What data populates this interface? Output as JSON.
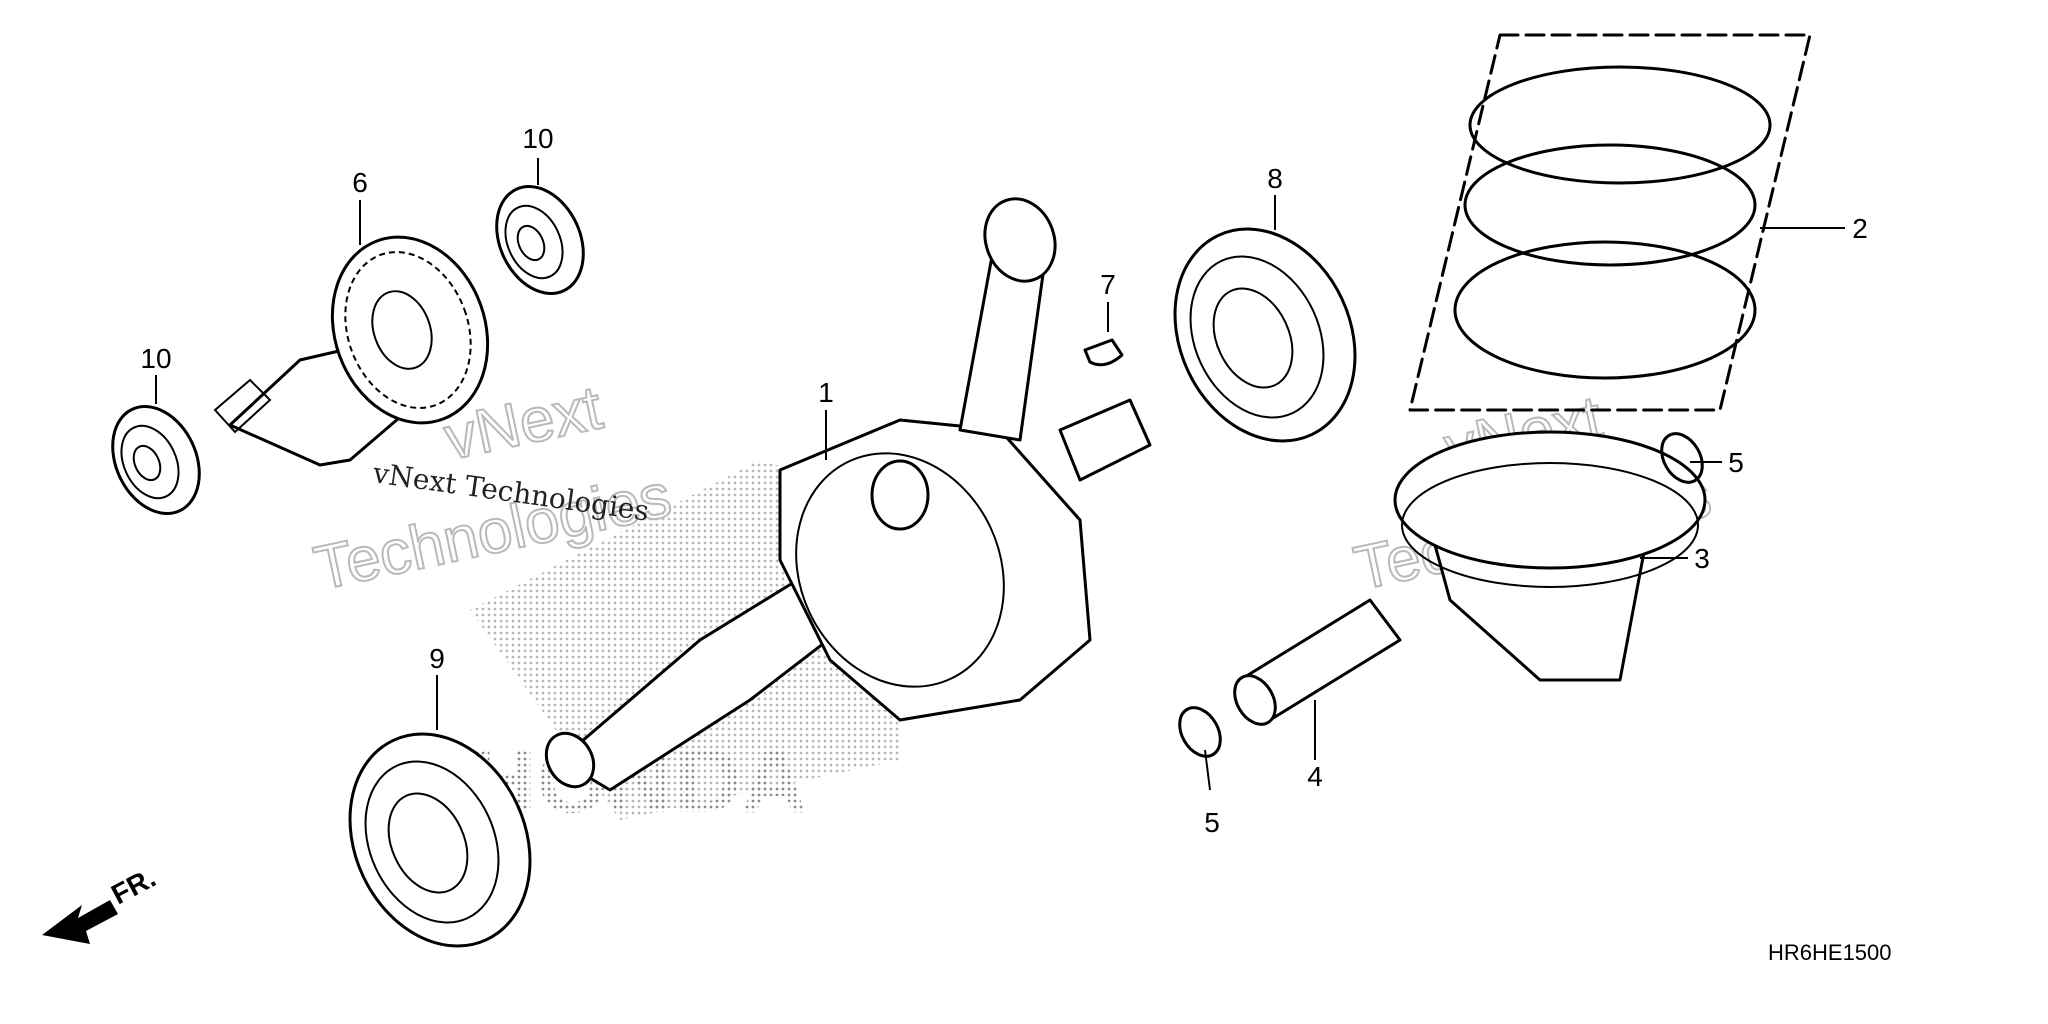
{
  "watermarks": {
    "small_text": "vNext Technologies",
    "large_line1": "vNext",
    "large_line2": "Technologies",
    "brand": "HONDA"
  },
  "diagram_code": "HR6HE1500",
  "direction_label": "FR.",
  "callouts": {
    "crankshaft": "1",
    "piston_ring_set": "2",
    "piston": "3",
    "piston_pin": "4",
    "pin_clip_right": "5",
    "pin_clip_bottom": "5",
    "balancer_gear": "6",
    "woodruff_key": "7",
    "bearing_right": "8",
    "bearing_left": "9",
    "bearing_top": "10",
    "bearing_left_small": "10"
  }
}
